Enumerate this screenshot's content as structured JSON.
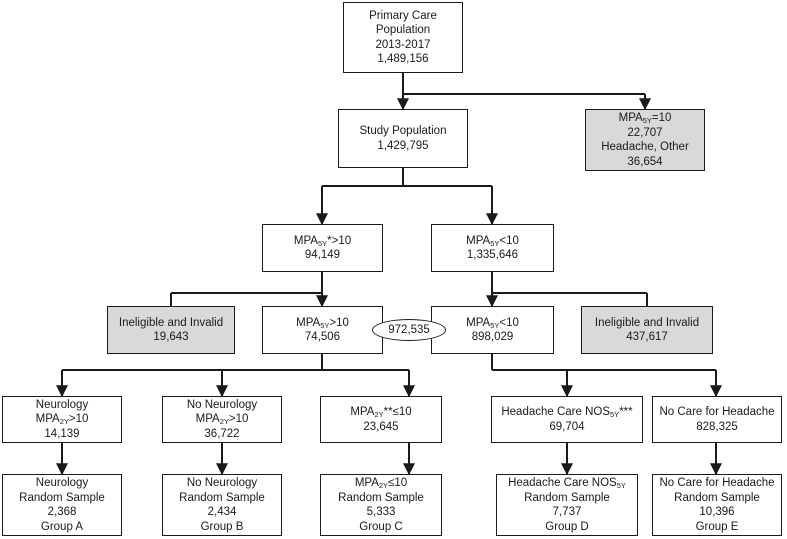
{
  "nodes": {
    "primary": {
      "lines": [
        "Primary Care",
        "Population",
        "2013-2017",
        "1,489,156"
      ]
    },
    "mpa_excl": {
      "lines": [
        "MPA|5Y|=10",
        "22,707",
        "Headache, Other",
        "36,654"
      ]
    },
    "study": {
      "lines": [
        "Study Population",
        "1,429,795"
      ]
    },
    "gt10": {
      "lines": [
        "MPA|5Y|*>10",
        "94,149"
      ]
    },
    "lt10": {
      "lines": [
        "MPA|5Y|<10",
        "1,335,646"
      ]
    },
    "inelig_l": {
      "lines": [
        "Ineligible and Invalid",
        "19,643"
      ]
    },
    "gt10b": {
      "lines": [
        "MPA|5Y|>10",
        "74,506"
      ]
    },
    "lt10b": {
      "lines": [
        "MPA|5Y|<10",
        "898,029"
      ]
    },
    "inelig_r": {
      "lines": [
        "Ineligible and Invalid",
        "437,617"
      ]
    },
    "neuro": {
      "lines": [
        "Neurology",
        "MPA|2Y|>10",
        "14,139"
      ]
    },
    "noneuro": {
      "lines": [
        "No Neurology",
        "MPA|2Y|>10",
        "36,722"
      ]
    },
    "mpa2y": {
      "lines": [
        "MPA|2Y|**≤10",
        "23,645"
      ]
    },
    "headcare": {
      "lines": [
        "Headache Care NOS|5Y|***",
        "69,704"
      ]
    },
    "nocare": {
      "lines": [
        "No Care for Headache",
        "828,325"
      ]
    },
    "grpA": {
      "lines": [
        "Neurology",
        "Random Sample",
        "2,368",
        "Group A"
      ]
    },
    "grpB": {
      "lines": [
        "No Neurology",
        "Random Sample",
        "2,434",
        "Group B"
      ]
    },
    "grpC": {
      "lines": [
        "MPA|2Y|≤10",
        "Random Sample",
        "5,333",
        "Group C"
      ]
    },
    "grpD": {
      "lines": [
        "Headache Care NOS|5Y|",
        "Random Sample",
        "7,737",
        "Group D"
      ]
    },
    "grpE": {
      "lines": [
        "No Care for Headache",
        "Random Sample",
        "10,396",
        "Group E"
      ]
    }
  },
  "oval_label": "972,535"
}
